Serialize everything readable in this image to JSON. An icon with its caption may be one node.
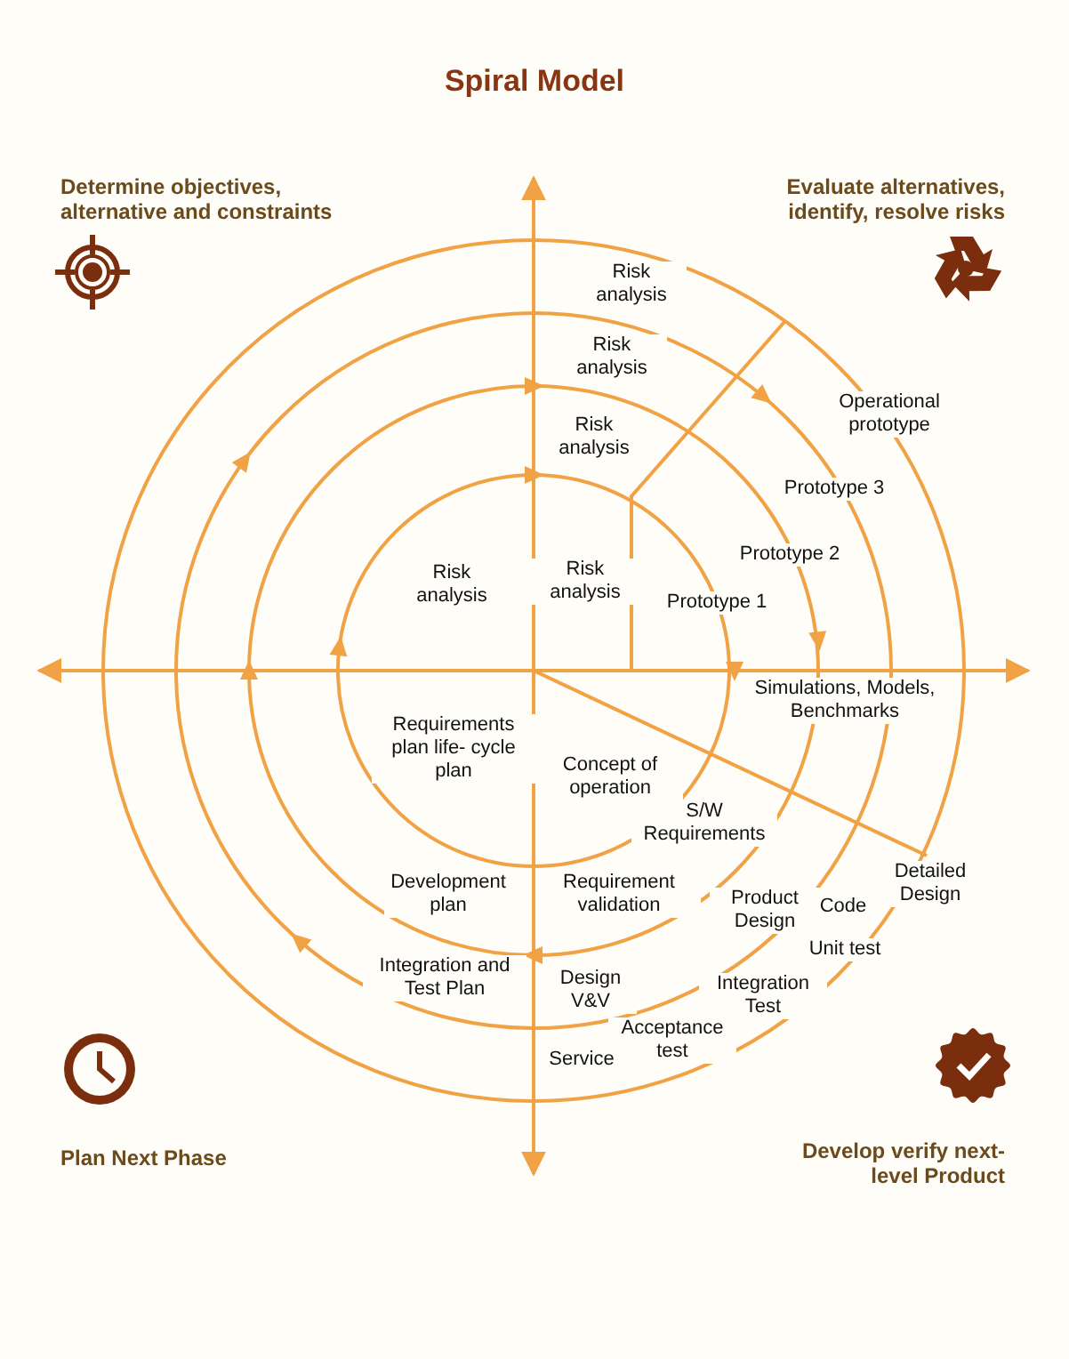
{
  "diagram": {
    "title": "Spiral Model",
    "labels": [
      "Determine objectives, alternative and constraints",
      "Evaluate alternatives, identify, resolve risks",
      "Risk analysis",
      "Risk analysis",
      "Operational prototype",
      "Risk analysis",
      "Prototype 3",
      "Prototype 2",
      "Risk analysis",
      "Risk analysis",
      "Prototype 1",
      "Simulations, Models, Benchmarks",
      "Requirements plan life- cycle plan",
      "Concept of operation",
      "S/W Requirements",
      "Development plan",
      "Requirement validation",
      "Product Design",
      "Code",
      "Detailed Design",
      "Unit test",
      "Integration and Test Plan",
      "Design V&V",
      "Integration Test",
      "Acceptance test",
      "Service",
      "Plan Next Phase",
      "Develop verify next-level Product"
    ]
  }
}
